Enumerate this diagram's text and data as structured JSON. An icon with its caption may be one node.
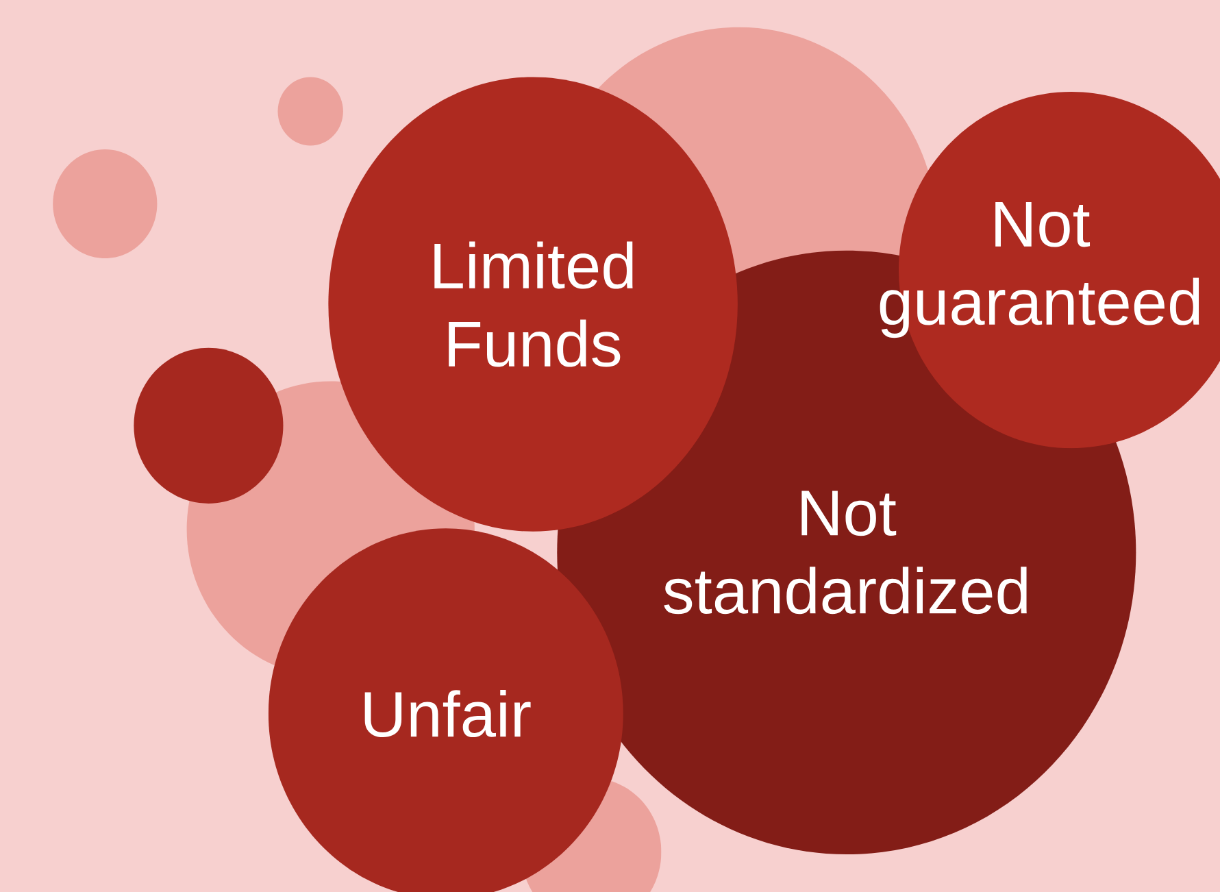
{
  "diagram": {
    "nodes": [
      {
        "text": [
          "Limited Funds"
        ]
      },
      {
        "text": [
          "Not guaranteed"
        ]
      },
      {
        "text": [],
        "shape": "circle"
      },
      {
        "text": [
          "Not standardized"
        ]
      },
      {
        "text": [
          "Unfair"
        ]
      }
    ]
  }
}
